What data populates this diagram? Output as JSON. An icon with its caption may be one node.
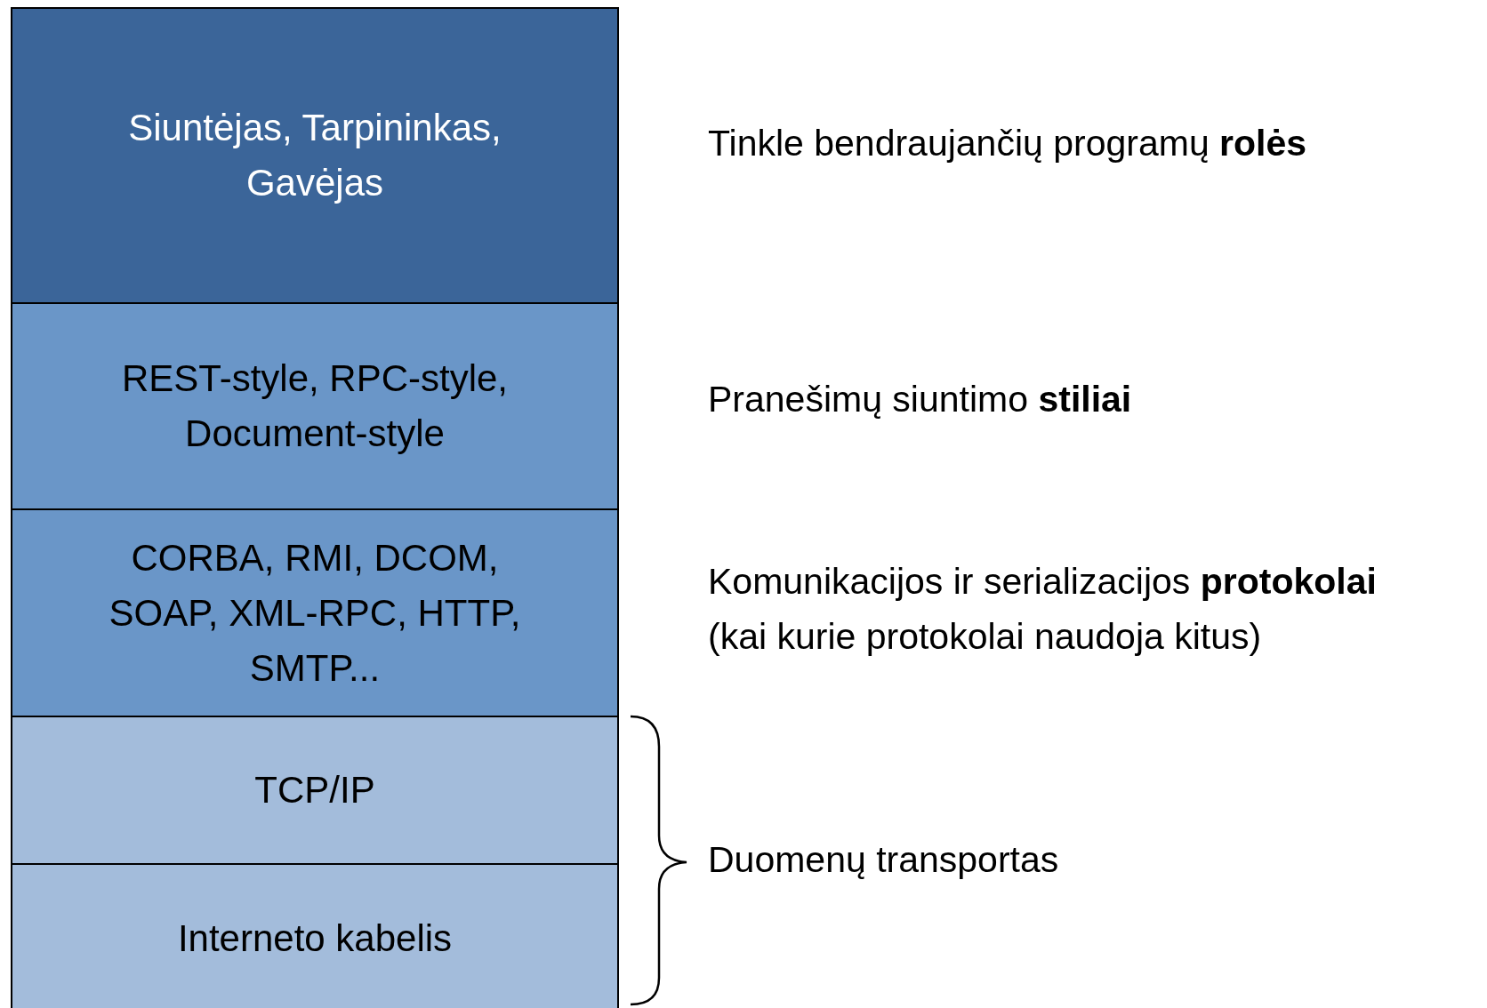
{
  "diagram": {
    "nodes": [
      {
        "text": [
          "Siuntėjas, Tarpininkas, Gavėjas"
        ],
        "beside": [
          "Tinkle bendraujančių programų **rolės**"
        ]
      },
      {
        "text": [
          "REST-style, RPC-style, Document-style"
        ],
        "beside": [
          "Pranešimų siuntimo **stiliai**"
        ]
      },
      {
        "text": [
          "CORBA, RMI, DCOM, SOAP, XML-RPC, HTTP, SMTP..."
        ],
        "beside": [
          "Komunikacijos ir serializacijos **protokolai**",
          "(kai kurie protokolai naudoja kitus)"
        ]
      },
      {
        "text": [
          "TCP/IP"
        ]
      },
      {
        "text": [
          "Interneto kabelis"
        ]
      }
    ],
    "edges": [],
    "labels": [
      "Duomenų transportas"
    ]
  }
}
